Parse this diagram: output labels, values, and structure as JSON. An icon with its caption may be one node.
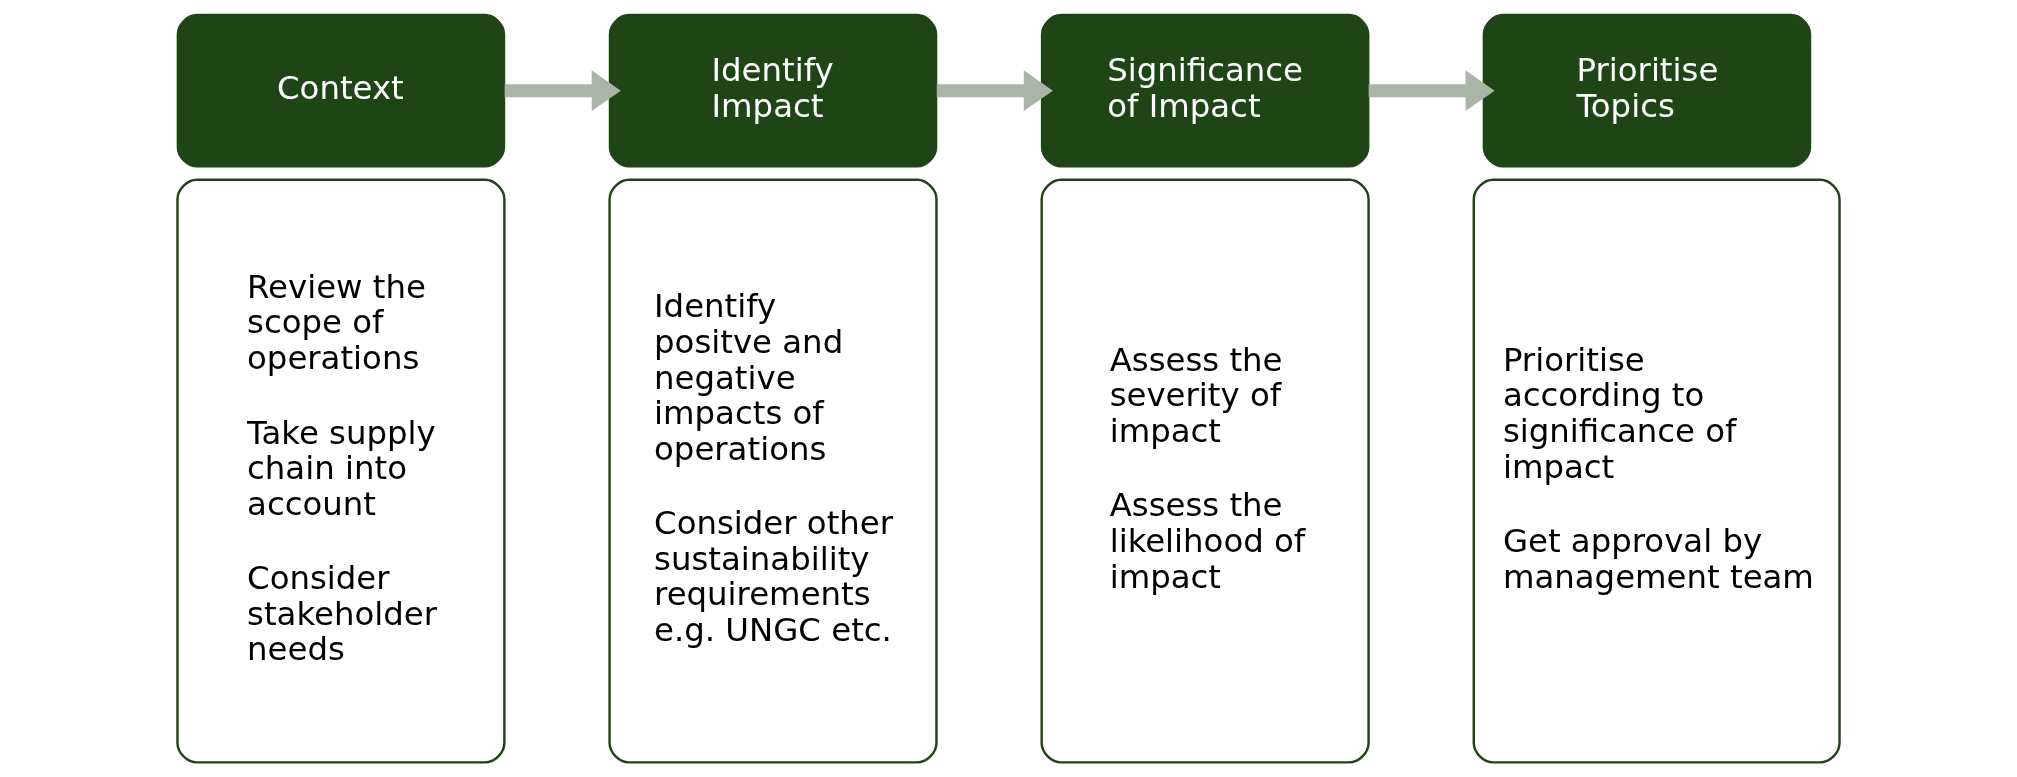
{
  "diagram": {
    "nodes": [
      {
        "text": [
          "Context"
        ]
      },
      {
        "text": [
          "Review the scope of operations",
          "Take supply chain into account",
          "Consider stakeholder needs"
        ]
      },
      {
        "text": [
          "Identify Impact"
        ]
      },
      {
        "text": [
          "Identify positve and negative impacts of operations",
          "Consider other sustainability requirements e.g. UNGC etc."
        ]
      },
      {
        "text": [
          "Significance of Impact"
        ]
      },
      {
        "text": [
          "Assess the severity of impact",
          "Assess the likelihood of impact"
        ]
      },
      {
        "text": [
          "Prioritise Topics"
        ]
      },
      {
        "text": [
          "Prioritise according to significance of impact",
          "Get approval by management team"
        ]
      }
    ],
    "edges": [
      {
        "from": 0,
        "to": 2,
        "arrow": "to"
      },
      {
        "from": 2,
        "to": 4,
        "arrow": "to"
      },
      {
        "from": 4,
        "to": 6,
        "arrow": "to"
      }
    ]
  }
}
